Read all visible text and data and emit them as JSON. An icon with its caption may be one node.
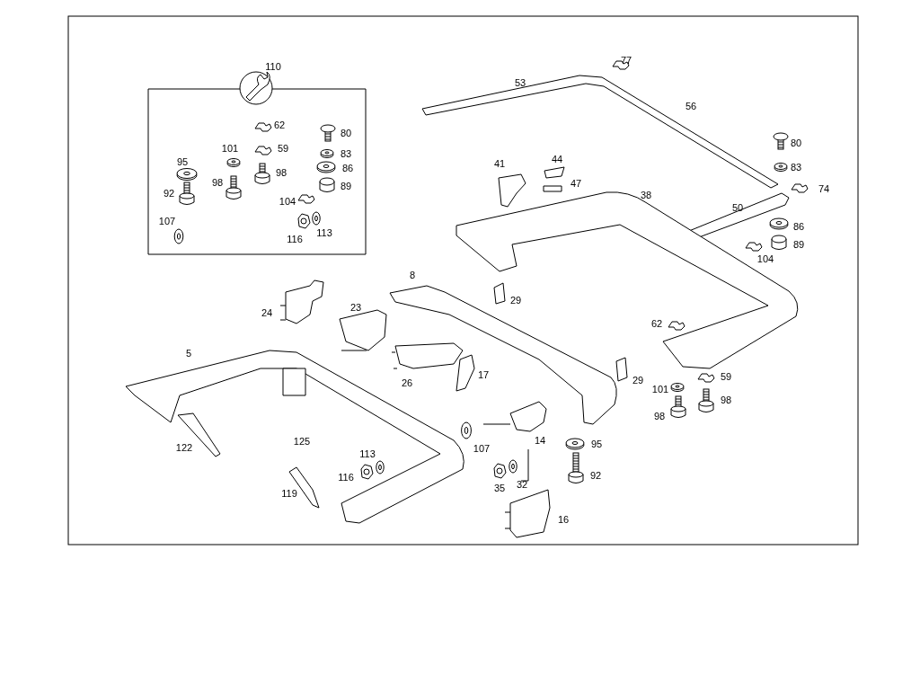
{
  "diagram": {
    "labels": [
      "110",
      "77",
      "53",
      "56",
      "62",
      "80",
      "59",
      "83",
      "101",
      "95",
      "41",
      "44",
      "86",
      "98",
      "98",
      "80",
      "47",
      "92",
      "89",
      "83",
      "74",
      "104",
      "38",
      "50",
      "107",
      "116",
      "113",
      "86",
      "89",
      "104",
      "8",
      "29",
      "24",
      "23",
      "62",
      "5",
      "17",
      "29",
      "59",
      "26",
      "101",
      "98",
      "98",
      "14",
      "95",
      "125",
      "122",
      "107",
      "113",
      "92",
      "116",
      "35",
      "32",
      "119",
      "16"
    ]
  }
}
